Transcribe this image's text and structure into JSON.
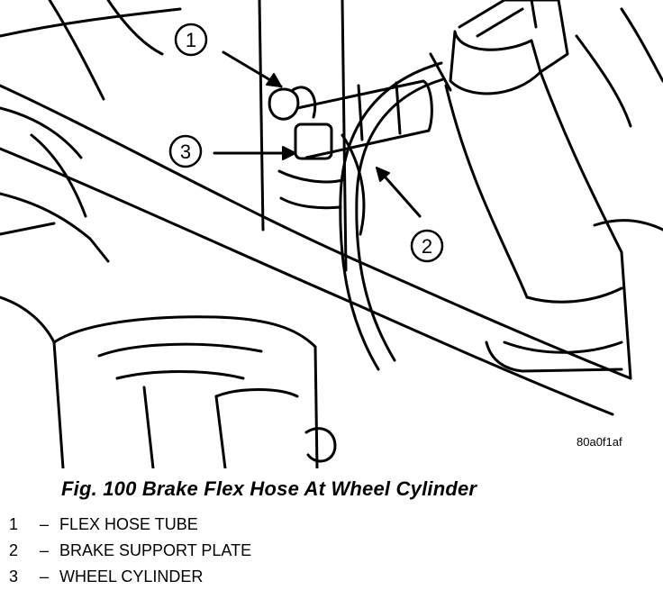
{
  "figure": {
    "image_code": "80a0f1af",
    "callouts": [
      {
        "number": "1"
      },
      {
        "number": "2"
      },
      {
        "number": "3"
      }
    ]
  },
  "caption": "Fig. 100 Brake Flex Hose At Wheel Cylinder",
  "legend": [
    {
      "number": "1",
      "separator": "–",
      "label": "FLEX HOSE TUBE"
    },
    {
      "number": "2",
      "separator": "–",
      "label": "BRAKE SUPPORT PLATE"
    },
    {
      "number": "3",
      "separator": "–",
      "label": "WHEEL CYLINDER"
    }
  ]
}
